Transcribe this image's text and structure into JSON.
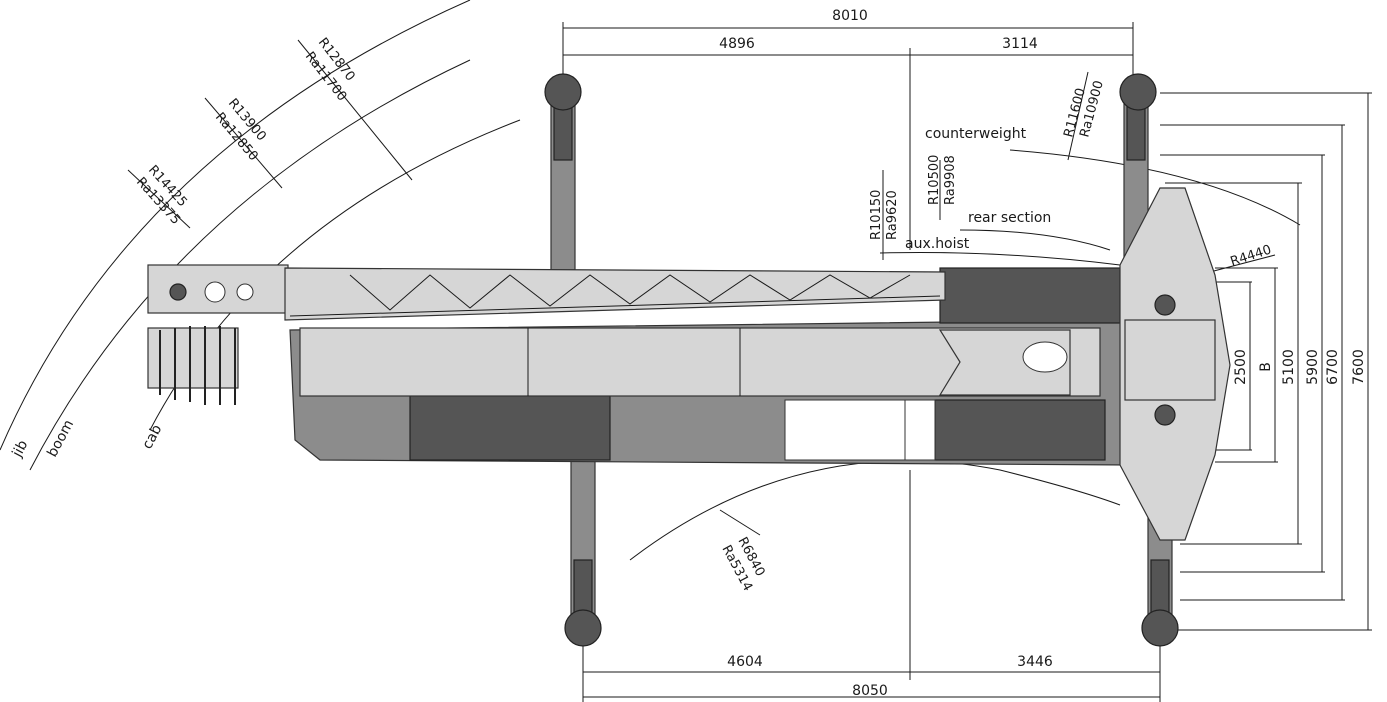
{
  "dimensions": {
    "top_total": "8010",
    "top_left": "4896",
    "top_right": "3114",
    "bottom_total": "8050",
    "bottom_left": "4604",
    "bottom_right": "3446",
    "width_2500": "2500",
    "width_b": "B",
    "width_5100": "5100",
    "width_5900": "5900",
    "width_6700": "6700",
    "width_7600": "7600"
  },
  "labels": {
    "jib": "jib",
    "boom": "boom",
    "cab": "cab",
    "counterweight": "counterweight",
    "rear_section": "rear section",
    "aux_hoist": "aux.hoist"
  },
  "radii": {
    "jib_r": "R14425",
    "jib_ra": "Ra13375",
    "boom_r": "R13900",
    "boom_ra": "Ra12850",
    "cab_r": "R12870",
    "cab_ra": "Ra11700",
    "cw_r": "R11600",
    "cw_ra": "Ra10900",
    "rear_r": "R10500",
    "rear_ra": "Ra9908",
    "aux_r": "R10150",
    "aux_ra": "Ra9620",
    "front_r": "R6840",
    "front_ra": "Ra5314",
    "tail_r": "R4440"
  },
  "colors": {
    "line": "#1a1a1a",
    "body": "#8c8c8c",
    "light": "#d6d6d6",
    "dark": "#555555"
  }
}
